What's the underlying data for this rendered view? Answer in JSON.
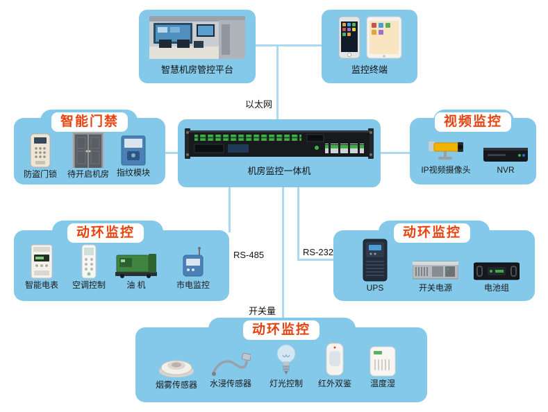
{
  "diagram": {
    "connections": {
      "ethernet": "以太网",
      "rs485": "RS-485",
      "rs232": "RS-232",
      "switch_signal": "开关量"
    },
    "platform": {
      "label": "智慧机房管控平台"
    },
    "terminal": {
      "label": "监控终端"
    },
    "gateway": {
      "label": "机房监控一体机"
    },
    "access_control": {
      "title": "智能门禁",
      "items": [
        "防盗门锁",
        "待开启机房",
        "指纹模块"
      ]
    },
    "video_surveillance": {
      "title": "视频监控",
      "items": [
        "IP视频摄像头",
        "NVR"
      ]
    },
    "env_left": {
      "title": "动环监控",
      "items": [
        "智能电表",
        "空调控制",
        "油 机",
        "市电监控"
      ]
    },
    "env_right": {
      "title": "动环监控",
      "items": [
        "UPS",
        "开关电源",
        "电池组"
      ]
    },
    "env_bottom": {
      "title": "动环监控",
      "items": [
        "烟雾传感器",
        "水浸传感器",
        "灯光控制",
        "红外双鉴",
        "温度湿"
      ]
    },
    "colors": {
      "panel_blue": "#84C9EA",
      "line_blue": "#ABD9F1",
      "title_orange": "#E8430F"
    }
  }
}
